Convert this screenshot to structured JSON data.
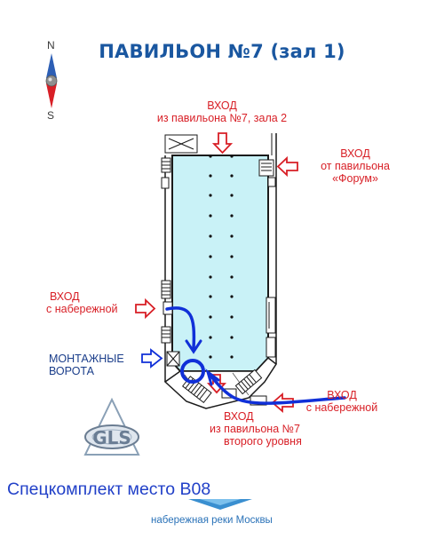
{
  "title": "ПАВИЛЬОН №7 (зал 1)",
  "compass": {
    "north": "N",
    "south": "S"
  },
  "entrances": {
    "top": {
      "line1": "ВХОД",
      "line2": "из павильона №7, зала 2"
    },
    "forum": {
      "line1": "ВХОД",
      "line2": "от павильона",
      "line3": "«Форум»"
    },
    "embankment_left": {
      "line1": "ВХОД",
      "line2": "с набережной"
    },
    "embankment_right": {
      "line1": "ВХОД",
      "line2": "с набережной"
    },
    "second_level": {
      "line1": "ВХОД",
      "line2": "из павильона №7",
      "line3": "второго уровня"
    }
  },
  "mounting_gate": {
    "line1": "МОНТАЖНЫЕ",
    "line2": "ВОРОТА"
  },
  "logo_text": "GLS",
  "booth": "Спецкомплект место В08",
  "river": "набережная реки Москвы",
  "colors": {
    "title": "#1a57a0",
    "entrance": "#d81f26",
    "route": "#1030d8",
    "hall_fill": "#c9f2f7"
  }
}
